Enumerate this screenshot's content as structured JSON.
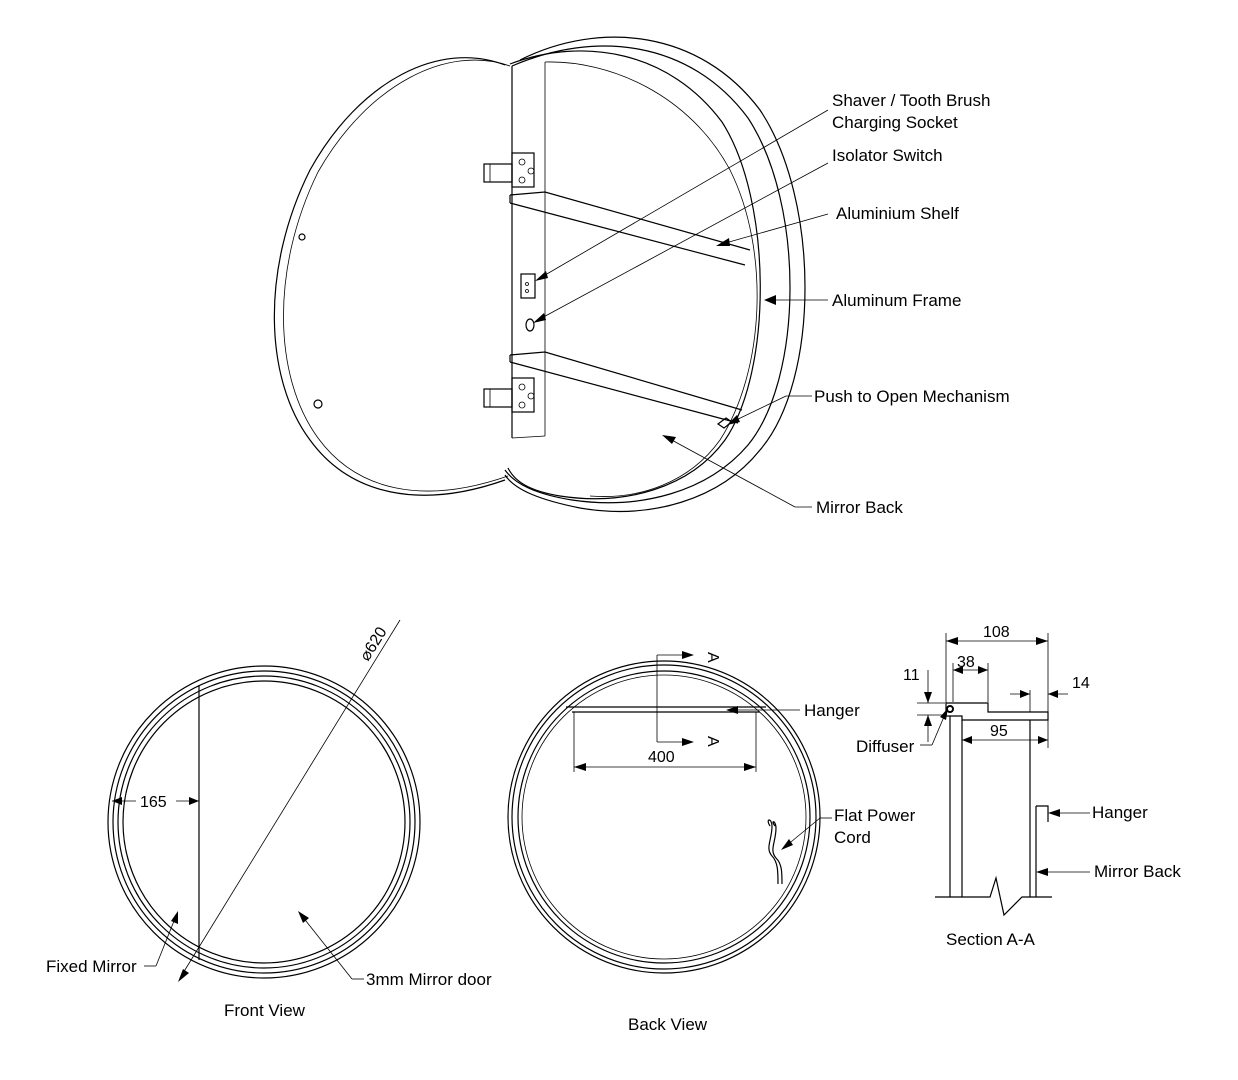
{
  "isometric": {
    "callouts": {
      "shaver_line1": "Shaver / Tooth Brush",
      "shaver_line2": "Charging Socket",
      "isolator": "Isolator Switch",
      "shelf": "Aluminium Shelf",
      "frame": "Aluminum Frame",
      "push": "Push to Open Mechanism",
      "mirror_back": "Mirror Back"
    }
  },
  "front_view": {
    "title": "Front View",
    "diameter": "⌀620",
    "width_dim": "165",
    "fixed_mirror": "Fixed Mirror",
    "mirror_door": "3mm Mirror door"
  },
  "back_view": {
    "title": "Back View",
    "hanger": "Hanger",
    "hanger_width": "400",
    "section_mark": "A",
    "cord_line1": "Flat Power",
    "cord_line2": "Cord"
  },
  "section": {
    "title": "Section A-A",
    "dim_overall": "108",
    "dim_38": "38",
    "dim_11": "11",
    "dim_14": "14",
    "dim_95": "95",
    "diffuser": "Diffuser",
    "hanger": "Hanger",
    "mirror_back": "Mirror Back"
  }
}
